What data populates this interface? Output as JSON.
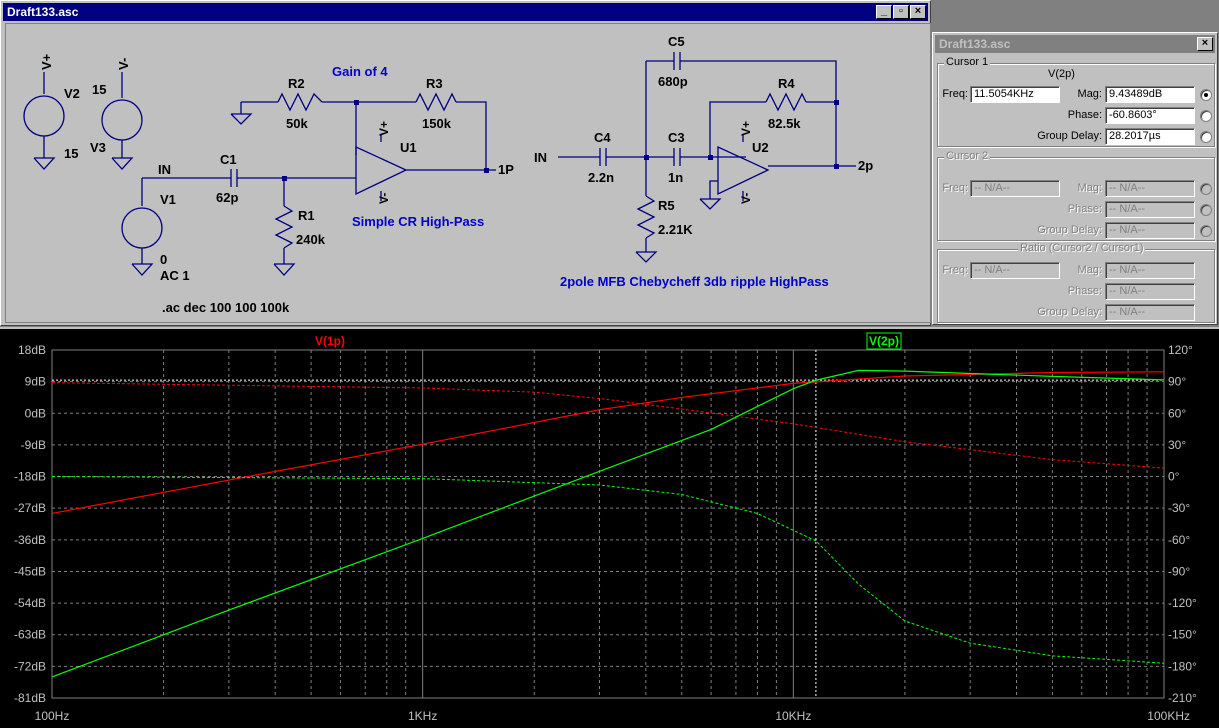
{
  "schematic_window": {
    "title": "Draft133.asc",
    "minimize_icon": "minimize-icon",
    "restore_icon": "restore-icon",
    "close_icon": "close-icon"
  },
  "schematic": {
    "v2_top": "V+",
    "v2_name": "V2",
    "v2_value": "15",
    "v3_top": "V-",
    "v3_name": "V3",
    "v3_value": "15",
    "in1": "IN",
    "v1_name": "V1",
    "v1_val1": "0",
    "v1_val2": "AC 1",
    "c1_name": "C1",
    "c1_val": "62p",
    "r1_name": "R1",
    "r1_val": "240k",
    "r2_name": "R2",
    "r2_val": "50k",
    "r3_name": "R3",
    "r3_val": "150k",
    "gain": "Gain of 4",
    "u1": "U1",
    "u1_vp": "V+",
    "u1_vm": "V-",
    "out1": "1P",
    "title1": "Simple CR High-Pass",
    "directive": ".ac dec 100 100 100k",
    "c5_name": "C5",
    "c5_val": "680p",
    "r4_name": "R4",
    "r4_val": "82.5k",
    "in2": "IN",
    "c4_name": "C4",
    "c4_val": "2.2n",
    "c3_name": "C3",
    "c3_val": "1n",
    "u2": "U2",
    "u2_vp": "V+",
    "u2_vm": "V-",
    "out2": "2p",
    "r5_name": "R5",
    "r5_val": "2.21K",
    "title2": "2pole MFB Chebycheff 3db ripple HighPass"
  },
  "cursor_window": {
    "title": "Draft133.asc",
    "close_icon": "close-icon",
    "cursor1": {
      "group": "Cursor 1",
      "trace": "V(2p)",
      "freq_label": "Freq:",
      "freq": "11.5054KHz",
      "mag_label": "Mag:",
      "mag": "9.43489dB",
      "phase_label": "Phase:",
      "phase": "-60.8603°",
      "gd_label": "Group Delay:",
      "gd": "28.2017µs"
    },
    "cursor2": {
      "group": "Cursor 2",
      "freq_label": "Freq:",
      "freq": "-- N/A--",
      "mag_label": "Mag:",
      "mag": "-- N/A--",
      "phase_label": "Phase:",
      "phase": "-- N/A--",
      "gd_label": "Group Delay:",
      "gd": "-- N/A--"
    },
    "ratio": {
      "group": "Ratio (Cursor2 / Cursor1)",
      "freq_label": "Freq:",
      "freq": "-- N/A--",
      "mag_label": "Mag:",
      "mag": "-- N/A--",
      "phase_label": "Phase:",
      "phase": "-- N/A--",
      "gd_label": "Group Delay:",
      "gd": "-- N/A--"
    }
  },
  "colors": {
    "v1p": "#ff0000",
    "v2p": "#00ff00",
    "grid": "#808080",
    "axis_text": "#c0c0c0",
    "cursor": "#ffffff"
  },
  "chart_data": {
    "type": "line",
    "x_scale": "log",
    "xlim": [
      100,
      100000
    ],
    "x_ticks": [
      "100Hz",
      "1KHz",
      "10KHz",
      "100KHz"
    ],
    "y_left_ticks": [
      "18dB",
      "9dB",
      "0dB",
      "-9dB",
      "-18dB",
      "-27dB",
      "-36dB",
      "-45dB",
      "-54dB",
      "-63dB",
      "-72dB",
      "-81dB"
    ],
    "ylim_left": [
      -81,
      18
    ],
    "y_right_ticks": [
      "120°",
      "90°",
      "60°",
      "30°",
      "0°",
      "-30°",
      "-60°",
      "-90°",
      "-120°",
      "-150°",
      "-180°",
      "-210°"
    ],
    "ylim_right": [
      -210,
      120
    ],
    "cursor": {
      "freq": 11505.4,
      "mag_db": 9.43
    },
    "series": [
      {
        "name": "V(1p)",
        "color": "#ff0000",
        "magnitude_db": {
          "x": [
            100,
            300,
            1000,
            3000,
            5000,
            10000,
            20000,
            50000,
            100000
          ],
          "y": [
            -28.5,
            -19,
            -8.8,
            1,
            4.5,
            8.5,
            10.6,
            11.6,
            11.8
          ]
        },
        "phase_deg": {
          "x": [
            100,
            1000,
            2000,
            3000,
            5000,
            10000,
            20000,
            50000,
            100000
          ],
          "y": [
            89,
            84,
            80,
            74,
            64,
            50,
            33,
            16,
            8
          ]
        }
      },
      {
        "name": "V(2p)",
        "color": "#00ff00",
        "magnitude_db": {
          "x": [
            100,
            300,
            1000,
            3000,
            6000,
            10000,
            11505,
            15000,
            20000,
            50000,
            100000
          ],
          "y": [
            -75,
            -56,
            -35.6,
            -16.5,
            -4.6,
            7,
            9.4,
            12.2,
            12.0,
            10.5,
            9.5
          ]
        },
        "phase_deg": {
          "x": [
            100,
            1000,
            3000,
            5000,
            8000,
            11505,
            15000,
            20000,
            30000,
            50000,
            100000
          ],
          "y": [
            0,
            -2,
            -8,
            -17,
            -35,
            -61,
            -102,
            -137,
            -158,
            -170,
            -177
          ]
        }
      }
    ]
  }
}
